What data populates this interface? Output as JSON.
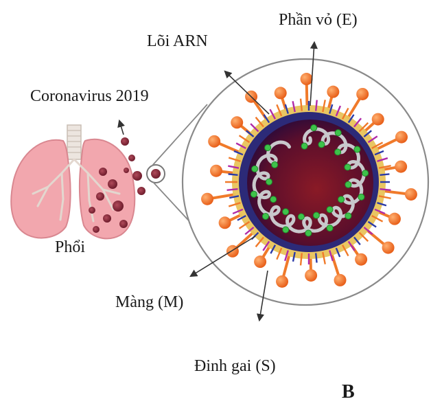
{
  "labels": {
    "envelope": "Phần vỏ (E)",
    "rna_core": "Lõi ARN",
    "virus": "Coronavirus 2019",
    "lungs": "Phổi",
    "membrane": "Màng (M)",
    "spike": "Đinh gai (S)",
    "panel_letter": "B"
  },
  "colors": {
    "lung_pink": "#f2a7ae",
    "lung_outline": "#d98790",
    "trachea": "#e9e2dc",
    "particle": "#8a2c3c",
    "core_dark": "#3a0a2a",
    "core_red": "#7a1a28",
    "membrane_blue": "#2c2a78",
    "envelope_yellow": "#e8c35a",
    "spike_orange": "#f07a2a",
    "rna_grey": "#c8c8cc",
    "protein_green": "#3ec24a",
    "lens_circle": "#888888"
  }
}
